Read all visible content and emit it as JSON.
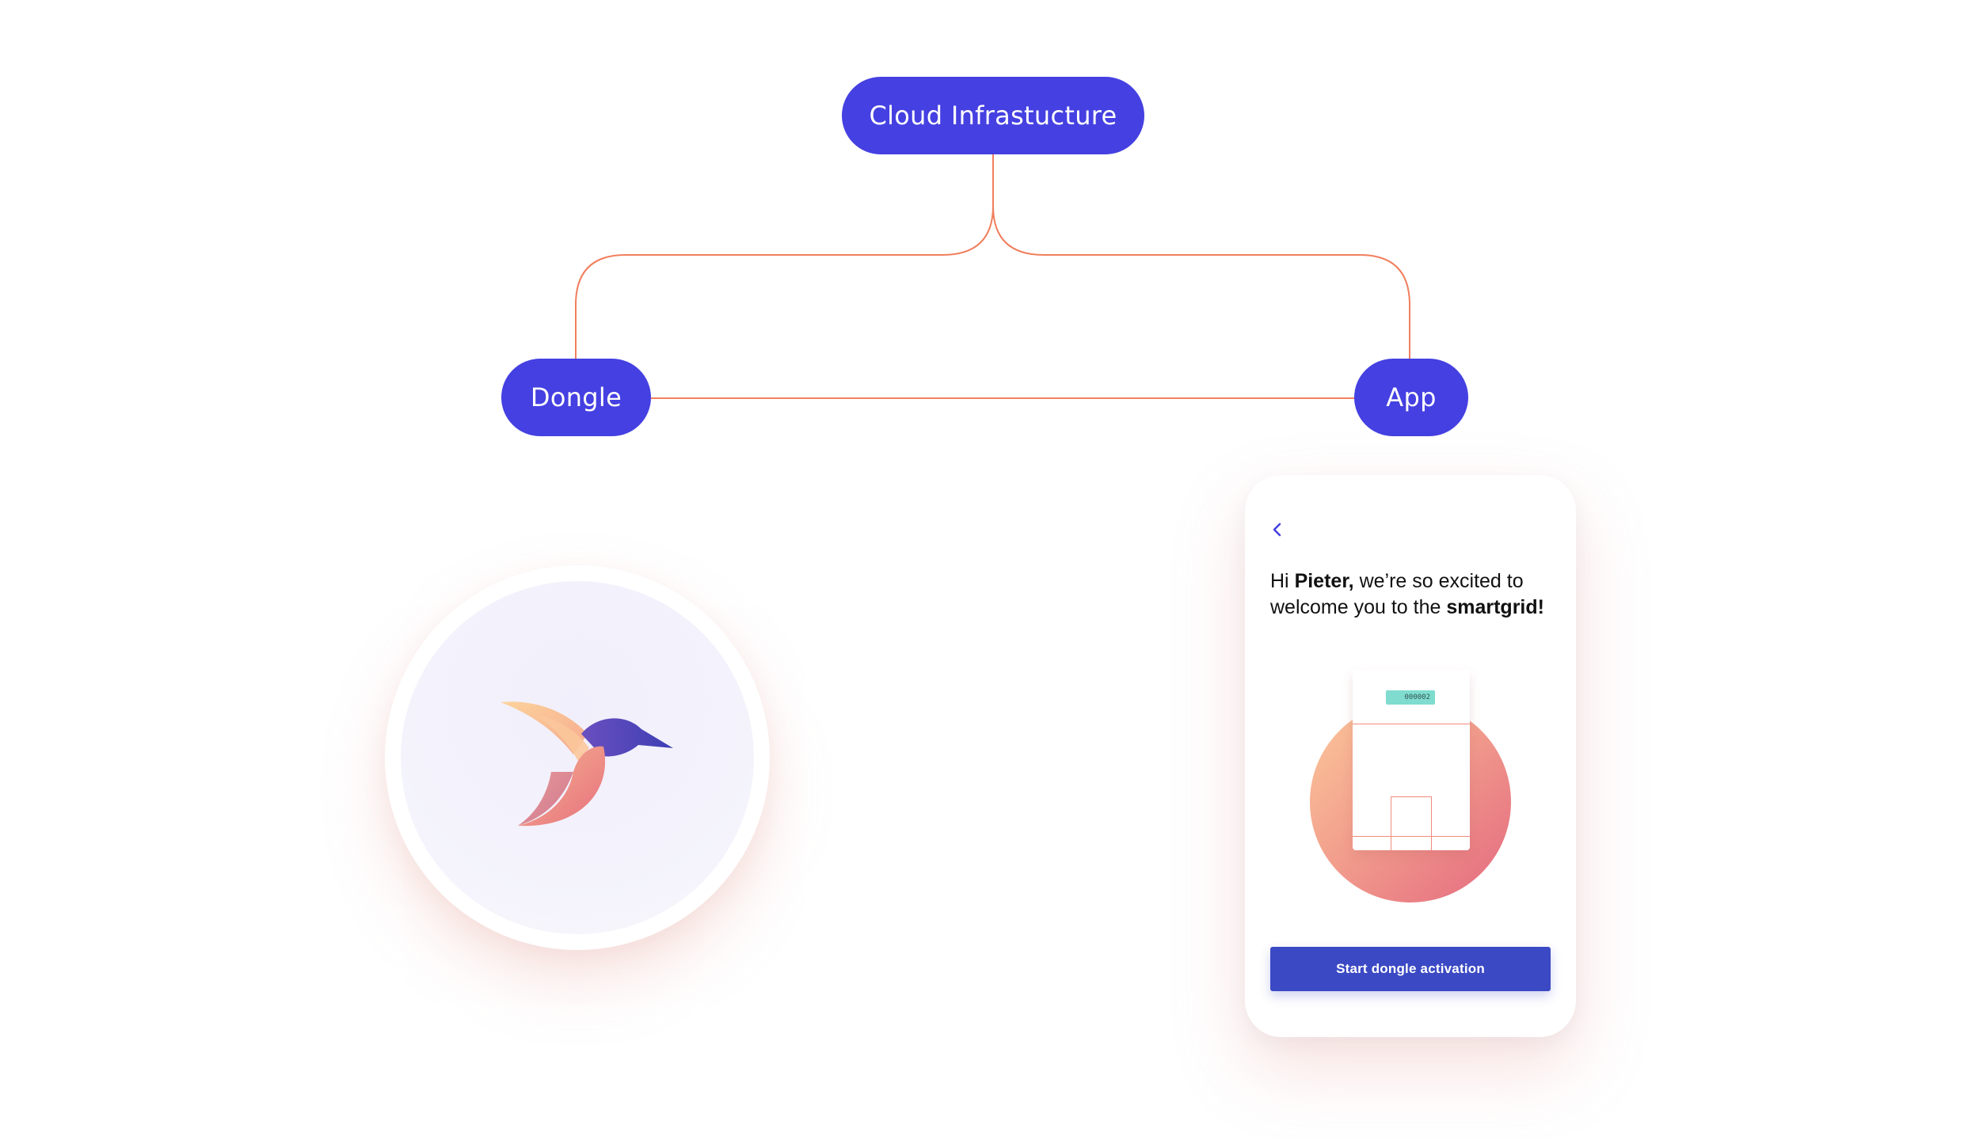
{
  "diagram": {
    "nodes": {
      "cloud": "Cloud Infrastucture",
      "dongle": "Dongle",
      "app": "App"
    },
    "edges": [
      {
        "from": "Cloud Infrastucture",
        "to": "Dongle"
      },
      {
        "from": "Cloud Infrastucture",
        "to": "App"
      },
      {
        "from": "Dongle",
        "to": "App"
      }
    ],
    "colors": {
      "node_fill": "#4540e1",
      "node_text": "#ffffff",
      "connector": "#f07f5e"
    }
  },
  "device": {
    "logo_icon": "hummingbird-icon"
  },
  "phone": {
    "back_icon": "chevron-left-icon",
    "welcome": {
      "greeting": "Hi ",
      "name": "Pieter,",
      "middle": " we’re so excited to welcome you to the ",
      "brand": "smartgrid!"
    },
    "illustration": {
      "screen_text": "000002"
    },
    "cta_label": "Start dongle activation",
    "colors": {
      "cta": "#3b49c4",
      "accent": "#4540e1"
    }
  }
}
